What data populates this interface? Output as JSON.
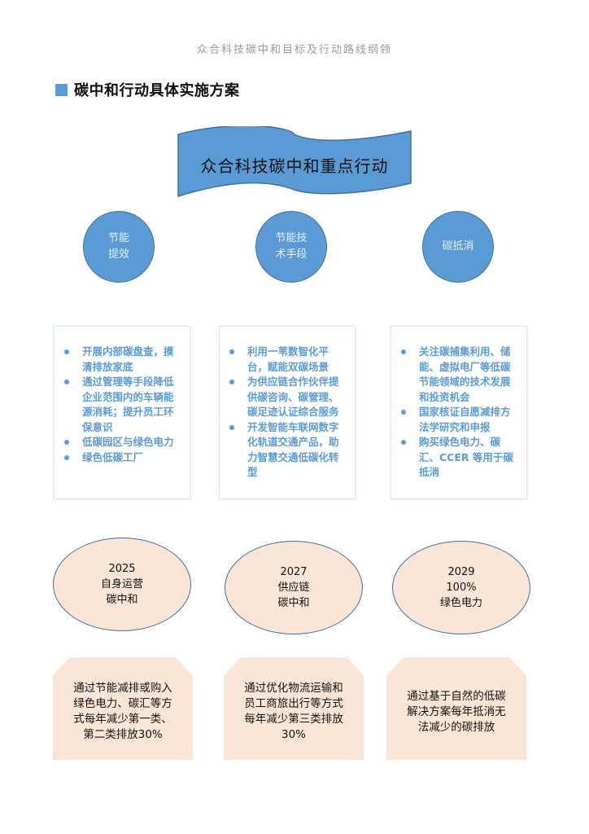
{
  "header": {
    "title": "众合科技碳中和目标及行动路线纲领"
  },
  "section": {
    "heading": "碳中和行动具体实施方案"
  },
  "banner": {
    "title": "众合科技碳中和重点行动",
    "fill": "#5b9bd5"
  },
  "categories": [
    {
      "label": "节能\n提效"
    },
    {
      "label": "节能技\n术手段"
    },
    {
      "label": "碳抵消"
    }
  ],
  "action_boxes": [
    {
      "items": [
        "开展内部碳盘查，摸清排放家底",
        "通过管理等手段降低企业范围内的车辆能源消耗；提升员工环保意识",
        "低碳园区与绿色电力",
        "绿色低碳工厂"
      ]
    },
    {
      "items": [
        "利用一苇数智化平台，赋能双碳场景",
        "为供应链合作伙伴提供碳咨询、碳管理、碳足迹认证综合服务",
        "开发智能车联网数字化轨道交通产品，助力智慧交通低碳化转型"
      ]
    },
    {
      "items": [
        "关注碳捕集利用、储能、虚拟电厂等低碳节能领域的技术发展和投资机会",
        "国家核证自愿减排方法学研究和申报",
        "购买绿色电力、碳汇、CCER 等用于碳抵消"
      ]
    }
  ],
  "milestones": [
    {
      "year": "2025",
      "line1": "自身运营",
      "line2": "碳中和"
    },
    {
      "year": "2027",
      "line1": "供应链",
      "line2": "碳中和"
    },
    {
      "year": "2029",
      "line1": "100%",
      "line2": "绿色电力"
    }
  ],
  "descriptions": [
    {
      "text": "通过节能减排或购入绿色电力、碳汇等方式每年减少第一类、第二类排放30%"
    },
    {
      "text": "通过优化物流运输和员工商旅出行等方式每年减少第三类排放 30%"
    },
    {
      "text": "通过基于自然的低碳解决方案每年抵消无法减少的碳排放"
    }
  ],
  "colors": {
    "accent_blue": "#5b9bd5",
    "border_blue": "#41719c",
    "peach": "#fbe5d6"
  }
}
